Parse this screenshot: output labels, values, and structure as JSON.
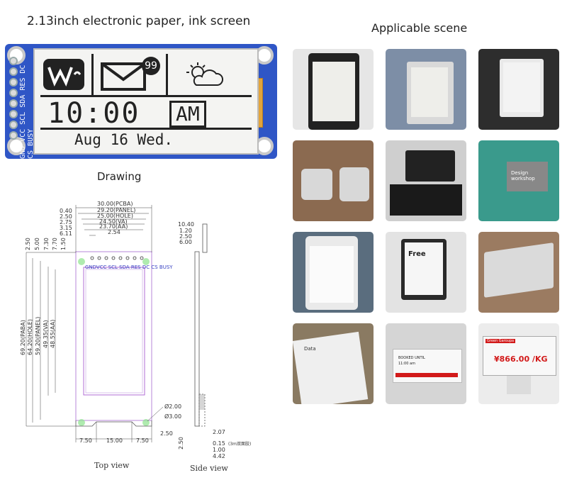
{
  "headings": {
    "left": "2.13inch electronic paper, ink screen",
    "right": "Applicable scene",
    "drawing": "Drawing"
  },
  "epd_display": {
    "badge": "99",
    "time": "10:00",
    "ampm": "AM",
    "date": "Aug 16 Wed."
  },
  "pin_labels": "GND VCC SCL SDA RES DC CS BUSY",
  "drawing": {
    "top_dims": [
      "30.00(PCBA)",
      "29.20(PANEL)",
      "25.00(HOLE)",
      "24.50(VA)",
      "23.70(AA)",
      "2.54"
    ],
    "left_top_dims": [
      "0.40",
      "2.50",
      "2.75",
      "3.15",
      "6.11"
    ],
    "vert_dims": [
      "2.50",
      "5.00",
      "7.30",
      "7.70",
      "1.50"
    ],
    "height_dims": [
      "69.20(PABA)",
      "64.20(HOLE)",
      "59.20(PANEL)",
      "49.35(VA)",
      "48.55(AA)"
    ],
    "hole_dims": [
      "Ø2.00",
      "Ø3.00",
      "2.50"
    ],
    "bottom_dims": [
      "7.50",
      "15.00",
      "7.50"
    ],
    "side_dims_top": [
      "10.40",
      "1.20",
      "2.50",
      "6.00"
    ],
    "side_dims_bottom": [
      "2.07",
      "0.15",
      "(3m双面胶)",
      "1.00",
      "4.42",
      "2.50"
    ],
    "pin_labels_small": "GNDVCC SCL SDA RES DC CS BUSY",
    "top_view": "Top view",
    "side_view": "Side view"
  },
  "scenes": {
    "free_label": "Free",
    "design_label": "Design workshop",
    "price_label": "¥866.00 /KG",
    "product_label": "Green Garoupa",
    "booked_label": "BOOKED UNTIL",
    "booked_time": "11:00 am",
    "station_label": "Data"
  },
  "colors": {
    "pcb_blue": "#2f56c6",
    "panel_outline": "#b06cd6",
    "hole_green": "#66cc66",
    "price_red": "#d21a1a"
  }
}
